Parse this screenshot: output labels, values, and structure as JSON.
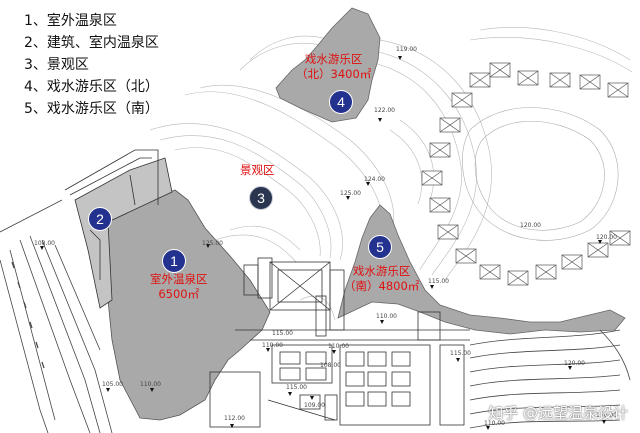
{
  "legend": {
    "items": [
      "1、室外温泉区",
      "2、建筑、室内温泉区",
      "3、景观区",
      "4、戏水游乐区（北）",
      "5、戏水游乐区（南）"
    ]
  },
  "zones": {
    "outdoor": {
      "number": "1",
      "name": "室外温泉区",
      "area": "6500㎡"
    },
    "building": {
      "number": "2"
    },
    "landscape": {
      "number": "3",
      "name": "景观区"
    },
    "water_north": {
      "number": "4",
      "name": "戏水游乐区",
      "area": "（北）3400㎡"
    },
    "water_south": {
      "number": "5",
      "name": "戏水游乐区",
      "area": "（南）4800㎡"
    }
  },
  "elevations": [
    "119.00",
    "122.00",
    "125.00",
    "124.00",
    "125.00",
    "120.00",
    "115.00",
    "110.00",
    "120.00",
    "115.00",
    "110.00",
    "108.00",
    "105.00",
    "112.00",
    "109.00",
    "115.00",
    "110.00",
    "108.00",
    "110.00",
    "110.00",
    "115.00",
    "110.00",
    "120.00"
  ],
  "watermark": "知乎 @远望温泉设计",
  "colors": {
    "zone_fill": "#a9a9a9",
    "badge_blue": "#23318f",
    "label_red": "#e01010"
  }
}
